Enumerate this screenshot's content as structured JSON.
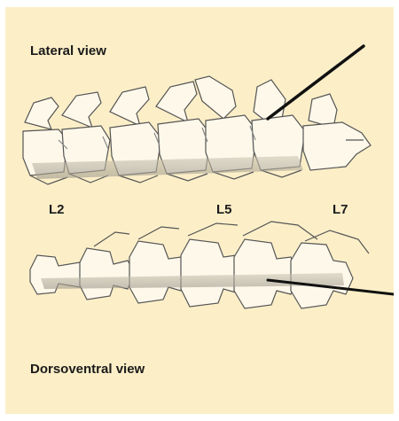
{
  "figure": {
    "lateral_title": "Lateral view",
    "dorsal_title": "Dorsoventral view",
    "vertebra_labels": [
      "L2",
      "L5",
      "L7"
    ],
    "colors": {
      "background": "#fcefc8",
      "bone_fill": "#fdf8ea",
      "stroke": "#555555",
      "shade": "#b9b3a3",
      "needle": "#111111"
    }
  }
}
